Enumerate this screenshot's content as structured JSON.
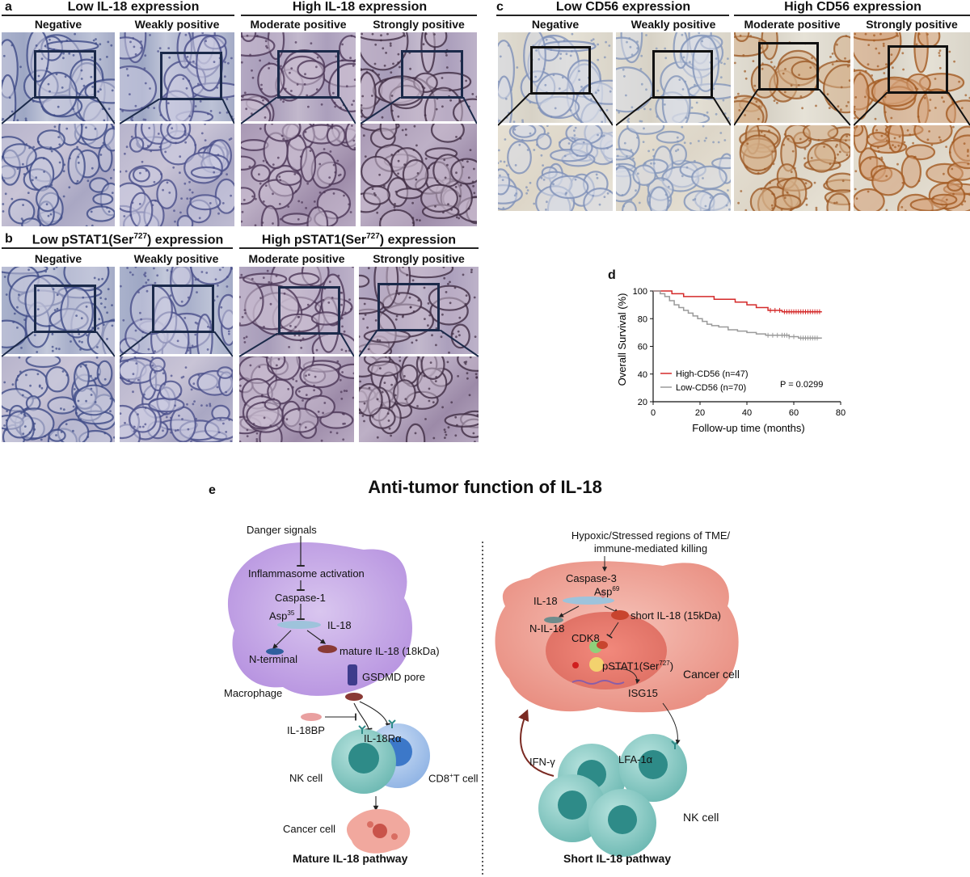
{
  "panel_a": {
    "label": "a",
    "groups": [
      {
        "title": "Low IL-18 expression",
        "subs": [
          "Negative",
          "Weakly positive"
        ]
      },
      {
        "title": "High IL-18 expression",
        "subs": [
          "Moderate positive",
          "Strongly positive"
        ]
      }
    ]
  },
  "panel_b": {
    "label": "b",
    "groups": [
      {
        "title_pre": "Low pSTAT1(Ser",
        "title_sup": "727",
        "title_post": ") expression",
        "subs": [
          "Negative",
          "Weakly positive"
        ]
      },
      {
        "title_pre": "High pSTAT1(Ser",
        "title_sup": "727",
        "title_post": ") expression",
        "subs": [
          "Moderate positive",
          "Strongly positive"
        ]
      }
    ]
  },
  "panel_c": {
    "label": "c",
    "groups": [
      {
        "title": "Low CD56 expression",
        "subs": [
          "Negative",
          "Weakly positive"
        ]
      },
      {
        "title": "High CD56 expression",
        "subs": [
          "Moderate positive",
          "Strongly positive"
        ]
      }
    ]
  },
  "panel_d": {
    "label": "d",
    "pvalue": "P = 0.0299"
  },
  "chart_data": {
    "type": "line",
    "xlabel": "Follow-up time (months)",
    "ylabel": "Overall Survival (%)",
    "xlim": [
      0,
      80
    ],
    "ylim": [
      20,
      100
    ],
    "xticks": [
      0,
      20,
      40,
      60,
      80
    ],
    "yticks": [
      20,
      40,
      60,
      80,
      100
    ],
    "legend_position": "bottom-left",
    "series": [
      {
        "name": "High-CD56 (n=47)",
        "color": "#d42a2a",
        "steps": [
          [
            0,
            100
          ],
          [
            8,
            98
          ],
          [
            13,
            96
          ],
          [
            26,
            94
          ],
          [
            35,
            92
          ],
          [
            40,
            90
          ],
          [
            44,
            88
          ],
          [
            49,
            86
          ],
          [
            55,
            85
          ],
          [
            72,
            85
          ]
        ],
        "censors": [
          50,
          52,
          54,
          56,
          57,
          58,
          59,
          60,
          61,
          62,
          63,
          64,
          65,
          66,
          67,
          68,
          69,
          70,
          71
        ]
      },
      {
        "name": "Low-CD56 (n=70)",
        "color": "#9a9a9a",
        "steps": [
          [
            0,
            100
          ],
          [
            3,
            98
          ],
          [
            5,
            96
          ],
          [
            7,
            93
          ],
          [
            9,
            90
          ],
          [
            11,
            88
          ],
          [
            13,
            86
          ],
          [
            15,
            84
          ],
          [
            17,
            82
          ],
          [
            19,
            80
          ],
          [
            21,
            78
          ],
          [
            23,
            76
          ],
          [
            25,
            75
          ],
          [
            28,
            74
          ],
          [
            32,
            72
          ],
          [
            36,
            71
          ],
          [
            40,
            70
          ],
          [
            44,
            69
          ],
          [
            48,
            68
          ],
          [
            58,
            67
          ],
          [
            62,
            66
          ],
          [
            72,
            66
          ]
        ],
        "censors": [
          49,
          51,
          53,
          55,
          56,
          57,
          58,
          60,
          63,
          64,
          65,
          66,
          67,
          68,
          69,
          70
        ]
      }
    ]
  },
  "panel_e": {
    "label": "e",
    "title": "Anti-tumor function of IL-18",
    "left": {
      "danger": "Danger signals",
      "inflammasome": "Inflammasome activation",
      "caspase1": "Caspase-1",
      "asp_pre": "Asp",
      "asp_sup": "35",
      "il18": "IL-18",
      "nterm": "N-terminal",
      "mature": "mature IL-18 (18kDa)",
      "gsdmd": "GSDMD pore",
      "macrophage": "Macrophage",
      "il18bp": "IL-18BP",
      "il18ra": "IL-18Rα",
      "nk": "NK cell",
      "cd8_pre": "CD8",
      "cd8_sup": "+",
      "cd8_post": "T cell",
      "cancer": "Cancer cell",
      "pathway": "Mature IL-18 pathway"
    },
    "right": {
      "hypoxic1": "Hypoxic/Stressed regions of TME/",
      "hypoxic2": "immune-mediated killing",
      "caspase3": "Caspase-3",
      "asp_pre": "Asp",
      "asp_sup": "69",
      "il18": "IL-18",
      "nil18": "N-IL-18",
      "short": "short IL-18 (15kDa)",
      "cdk8": "CDK8",
      "pstat_pre": "pSTAT1(Ser",
      "pstat_sup": "727",
      "pstat_post": ")",
      "cancer": "Cancer cell",
      "isg15": "ISG15",
      "ifng": "IFN-γ",
      "lfa": "LFA-1α",
      "nk": "NK cell",
      "pathway": "Short IL-18 pathway"
    }
  }
}
